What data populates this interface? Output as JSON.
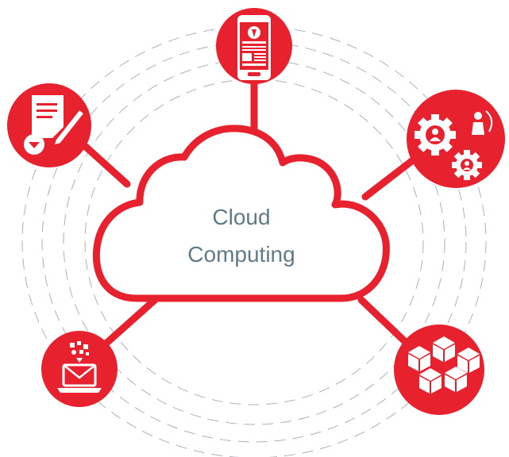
{
  "center": {
    "line1": "Cloud",
    "line2": "Computing"
  },
  "colors": {
    "accent": "#e8212e",
    "cloud_fill": "#ffffff",
    "label": "#5f7a89",
    "dashed_rings": "#a8b2b8",
    "icon": "#ffffff"
  },
  "nodes": [
    {
      "id": "top",
      "icon": "mobile-phone-icon"
    },
    {
      "id": "top-left",
      "icon": "document-edit-icon"
    },
    {
      "id": "right",
      "icon": "gears-people-icon"
    },
    {
      "id": "bottom-left",
      "icon": "laptop-mail-icon"
    },
    {
      "id": "bottom-right",
      "icon": "boxes-icon"
    }
  ]
}
